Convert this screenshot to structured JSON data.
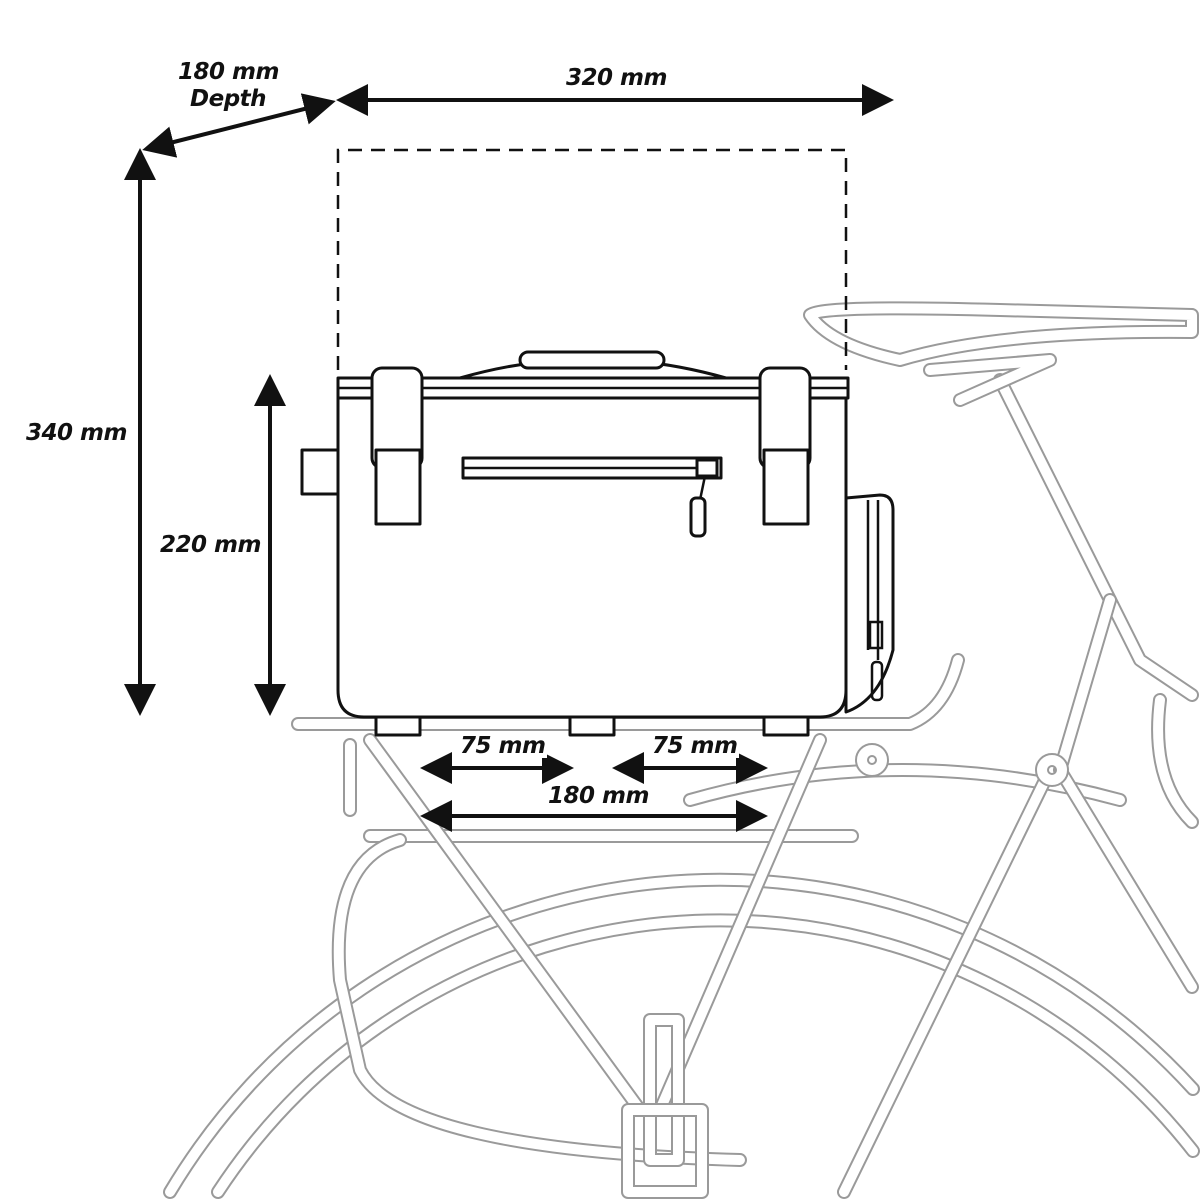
{
  "title": "Bike rack bag dimensions",
  "colors": {
    "bag_line": "#111111",
    "bike_line": "#9a9a9a",
    "background": "#ffffff"
  },
  "dimensions": {
    "depth_value": "180 mm",
    "depth_label": "Depth",
    "width": "320 mm",
    "total_height": "340 mm",
    "bag_height": "220 mm",
    "foot_spacing_left": "75 mm",
    "foot_spacing_right": "75 mm",
    "foot_span": "180 mm"
  }
}
